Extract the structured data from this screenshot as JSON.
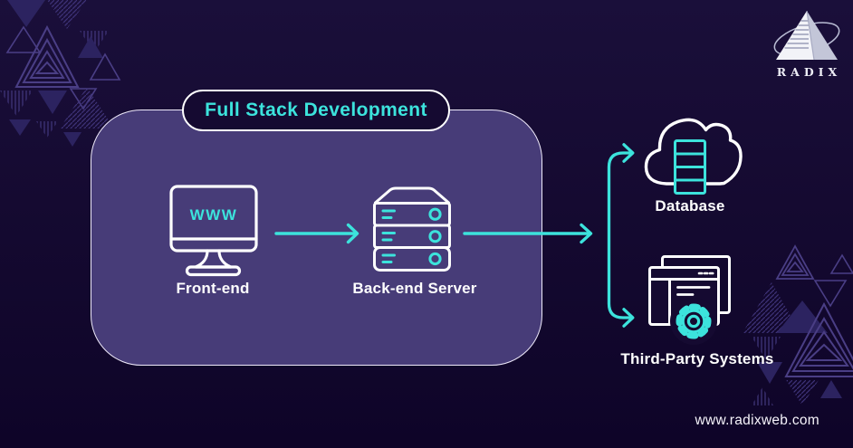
{
  "brand": {
    "logo_text": "RADIX",
    "logo_icon": "pyramid-logo-icon"
  },
  "title_badge": {
    "text": "Full Stack Development"
  },
  "flow": {
    "front_end": {
      "label": "Front-end",
      "icon": "monitor-icon",
      "screen_text": "WWW"
    },
    "back_end": {
      "label": "Back-end Server",
      "icon": "server-icon"
    },
    "database": {
      "label": "Database",
      "icon": "cloud-database-icon"
    },
    "third_party": {
      "label": "Third-Party Systems",
      "icon": "browser-gear-icon"
    },
    "connections": [
      "front_end -> back_end",
      "back_end -> database",
      "back_end -> third_party"
    ]
  },
  "footer": {
    "website": "www.radixweb.com"
  },
  "colors": {
    "background": "#150a31",
    "panel": "#473c78",
    "accent_cyan": "#3ce3dc",
    "icon_outline": "#ffffff",
    "pattern_purple": "#3e3378"
  }
}
